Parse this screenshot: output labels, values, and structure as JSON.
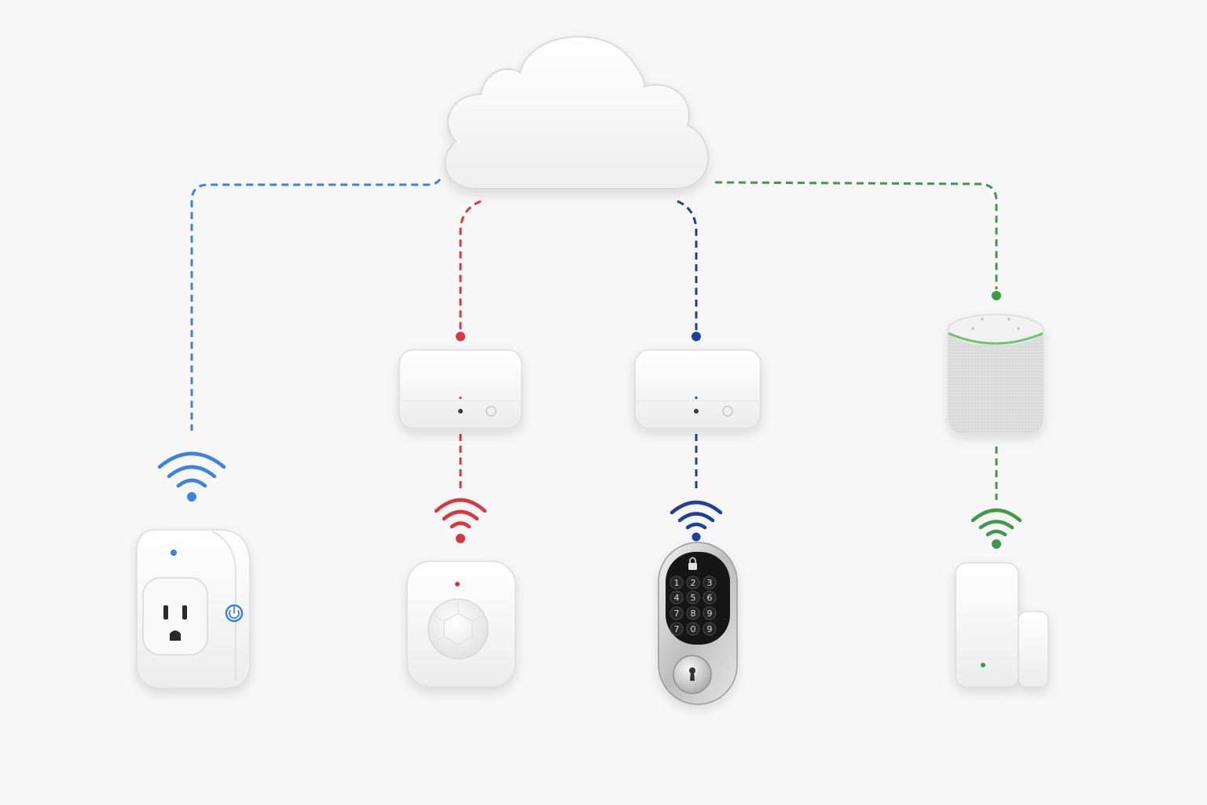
{
  "diagram": {
    "cloud": {
      "icon": "cloud-icon"
    },
    "colors": {
      "wifi_blue": "#3b82e6",
      "zigbee_red": "#d9363e",
      "zwave_navy": "#1f3f9c",
      "matter_green": "#3d9a47",
      "device_white": "#ffffff",
      "outline": "#dcdcdc",
      "background": "#f7f7f7"
    },
    "branches": [
      {
        "protocol_color": "#3b82e6",
        "hub": null,
        "device": {
          "icon": "smart-plug-icon"
        }
      },
      {
        "protocol_color": "#d9363e",
        "hub": {
          "icon": "hub-icon"
        },
        "device": {
          "icon": "motion-sensor-icon"
        }
      },
      {
        "protocol_color": "#1f3f9c",
        "hub": {
          "icon": "hub-icon"
        },
        "device": {
          "icon": "smart-lock-icon",
          "keypad": [
            "1",
            "2",
            "3",
            "4",
            "5",
            "6",
            "7",
            "8",
            "9",
            "7",
            "0",
            "9"
          ]
        }
      },
      {
        "protocol_color": "#3d9a47",
        "hub": {
          "icon": "smart-speaker-icon"
        },
        "device": {
          "icon": "door-sensor-icon"
        }
      }
    ]
  }
}
